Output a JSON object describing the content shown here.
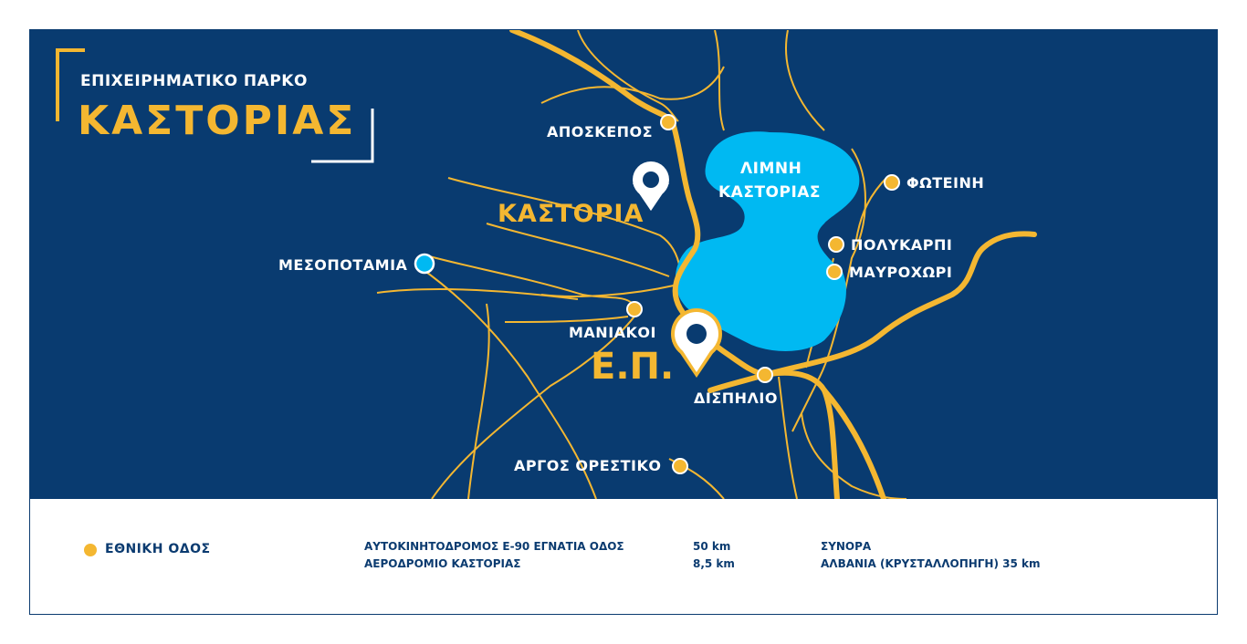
{
  "title": {
    "subtitle": "ΕΠΙΧΕΙΡΗΜΑΤΙΚΟ ΠΑΡΚΟ",
    "main": "ΚΑΣΤΟΡΙΑΣ"
  },
  "map": {
    "lake_label_line1": "ΛΙΜΝΗ",
    "lake_label_line2": "ΚΑΣΤΟΡΙΑΣ",
    "kastoria_label": "ΚΑΣΤΟΡΙΑ",
    "business_park_label": "Ε.Π.",
    "places": {
      "aposkepos": "ΑΠΟΣΚΕΠΟΣ",
      "foteini": "ΦΩΤΕΙΝΗ",
      "polykarpi": "ΠΟΛΥΚΑΡΠΙ",
      "mavrochori": "ΜΑΥΡΟΧΩΡΙ",
      "mesopotamia": "ΜΕΣΟΠΟΤΑΜΙΑ",
      "maniakoi": "ΜΑΝΙΑΚΟΙ",
      "dispilio": "ΔΙΣΠΗΛΙΟ",
      "argos_orestiko": "ΑΡΓΟΣ ΟΡΕΣΤΙΚΟ"
    },
    "colors": {
      "background": "#093b70",
      "road": "#f4b731",
      "lake": "#00b9f2",
      "text": "#ffffff"
    }
  },
  "legend": {
    "national_road": "ΕΘΝΙΚΗ ΟΔΟΣ",
    "motorway": "ΑΥΤΟΚΙΝΗΤΟΔΡΟΜΟΣ Ε-90 ΕΓΝΑΤΙΑ ΟΔΟΣ",
    "motorway_distance": "50 km",
    "airport": "ΑΕΡΟΔΡΟΜΙΟ ΚΑΣΤΟΡΙΑΣ",
    "airport_distance": "8,5 km",
    "borders_title": "ΣΥΝΟΡΑ",
    "borders_value": "ΑΛΒΑΝΙΑ (ΚΡΥΣΤΑΛΛΟΠΗΓΗ)  35 km"
  }
}
